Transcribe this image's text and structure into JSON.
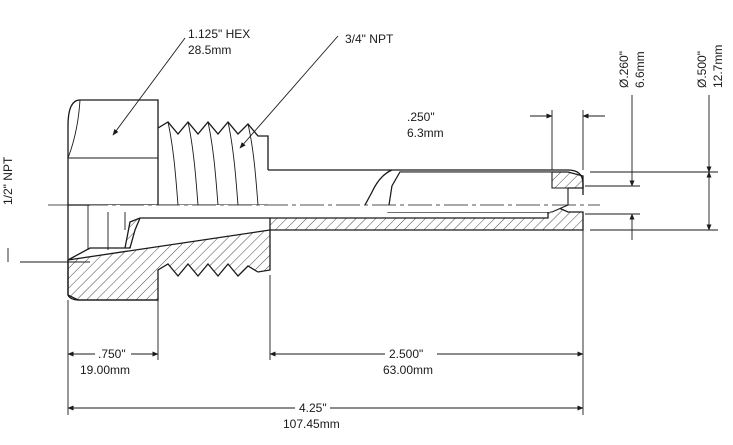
{
  "labels": {
    "hex_in": "1.125\" HEX",
    "hex_mm": "28.5mm",
    "npt_34": "3/4\" NPT",
    "npt_12": "1/2\" NPT",
    "bore_in": ".250\"",
    "bore_mm": "6.3mm",
    "tip_dia_in": "Ø.260\"",
    "tip_dia_mm": "6.6mm",
    "stem_dia_in": "Ø.500\"",
    "stem_dia_mm": "12.7mm",
    "hex_len_in": ".750\"",
    "hex_len_mm": "19.00mm",
    "stem_len_in": "2.500\"",
    "stem_len_mm": "63.00mm",
    "total_len_in": "4.25\"",
    "total_len_mm": "107.45mm"
  },
  "colors": {
    "line": "#1a1a1a",
    "background": "#ffffff"
  }
}
